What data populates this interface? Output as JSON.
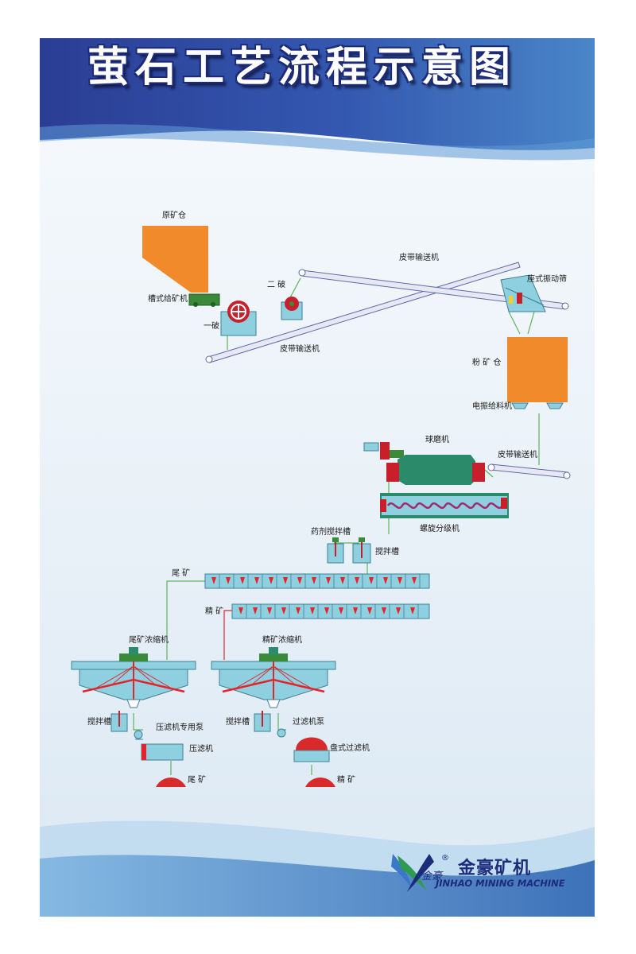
{
  "title": "萤石工艺流程示意图",
  "labels": {
    "raw_ore_bin": "原矿仓",
    "trough_feeder": "槽式给矿机",
    "primary_crusher": "一破",
    "secondary_crusher": "二  破",
    "belt_conveyor_1": "皮带输送机",
    "belt_conveyor_2": "皮带输送机",
    "vibrating_screen": "座式振动筛",
    "powder_bin": "粉 矿 仓",
    "electro_feeder": "电振给料机",
    "ball_mill": "球磨机",
    "belt_conveyor_3": "皮带输送机",
    "spiral_classifier": "螺旋分级机",
    "reagent_tank": "药剂搅拌槽",
    "agitation_tank": "搅拌槽",
    "tailings_line": "尾  矿",
    "concentrate_line": "精  矿",
    "tailings_thickener": "尾矿浓缩机",
    "concentrate_thickener": "精矿浓缩机",
    "agitator_left": "搅拌槽",
    "filter_press_pump": "压滤机专用泵",
    "filter_press": "压滤机",
    "tailings_out": "尾  矿",
    "agitator_right": "搅拌槽",
    "filter_pump": "过滤机泵",
    "disc_filter": "盘式过滤机",
    "concentrate_out": "精  矿"
  },
  "brand": {
    "cn": "金豪矿机",
    "en": "JINHAO MINING MACHINE",
    "mark": "®"
  },
  "colors": {
    "header_blue": "#2a3f9a",
    "bin_orange": "#f08a2a",
    "machine_blue": "#8fd0e0",
    "flow_green": "#5db35d",
    "cell_red": "#e0262a",
    "mill_green": "#2a8a6a",
    "mill_red": "#c8202a"
  }
}
